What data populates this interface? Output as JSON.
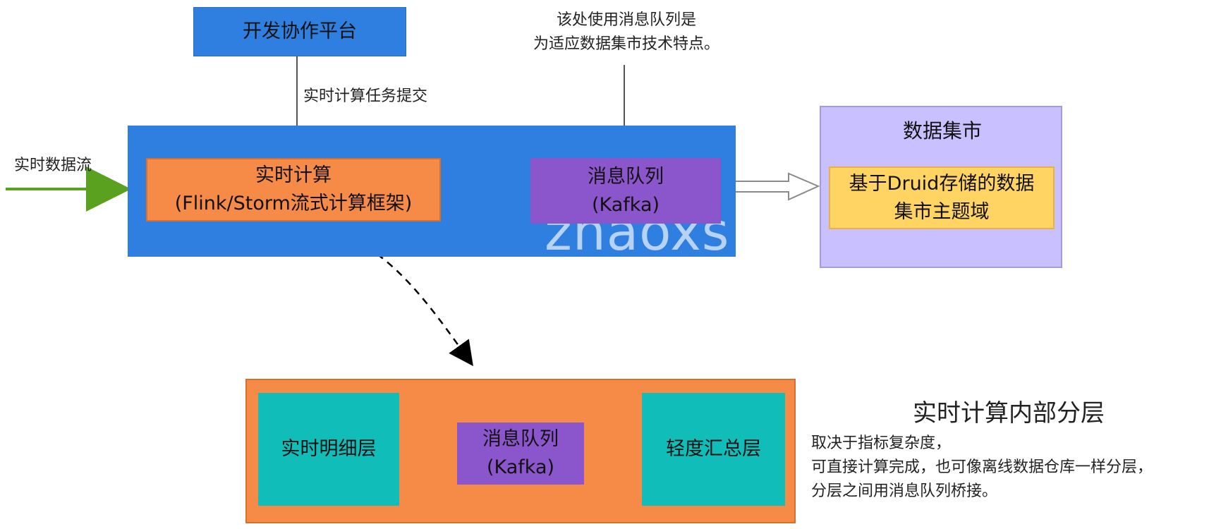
{
  "nodes": {
    "dev_platform": "开发协作平台",
    "realtime_compute_title": "实时计算",
    "realtime_compute_sub": "(Flink/Storm流式计算框架)",
    "mq_title": "消息队列",
    "mq_sub": "(Kafka)",
    "datamart_title": "数据集市",
    "datamart_inner_line1": "基于Druid存储的数据",
    "datamart_inner_line2": "集市主题域",
    "detail_layer": "实时明细层",
    "mq2_title": "消息队列",
    "mq2_sub": "(Kafka)",
    "summary_layer": "轻度汇总层"
  },
  "labels": {
    "submit": "实时计算任务提交",
    "input_stream": "实时数据流",
    "mq_note_line1": "该处使用消息队列是",
    "mq_note_line2": "为适应数据集市技术特点。",
    "layer_title": "实时计算内部分层",
    "layer_desc_line1": "取决于指标复杂度，",
    "layer_desc_line2": "可直接计算完成，也可像离线数据仓库一样分层，",
    "layer_desc_line3": "分层之间用消息队列桥接。",
    "watermark": "zhaoxs"
  },
  "colors": {
    "blue": "#2f7fe0",
    "orange": "#f68a47",
    "purple": "#8b56cc",
    "lavender": "#c9c0ff",
    "yellow": "#ffd463",
    "teal": "#11bdb9",
    "green": "#5aa11f"
  }
}
